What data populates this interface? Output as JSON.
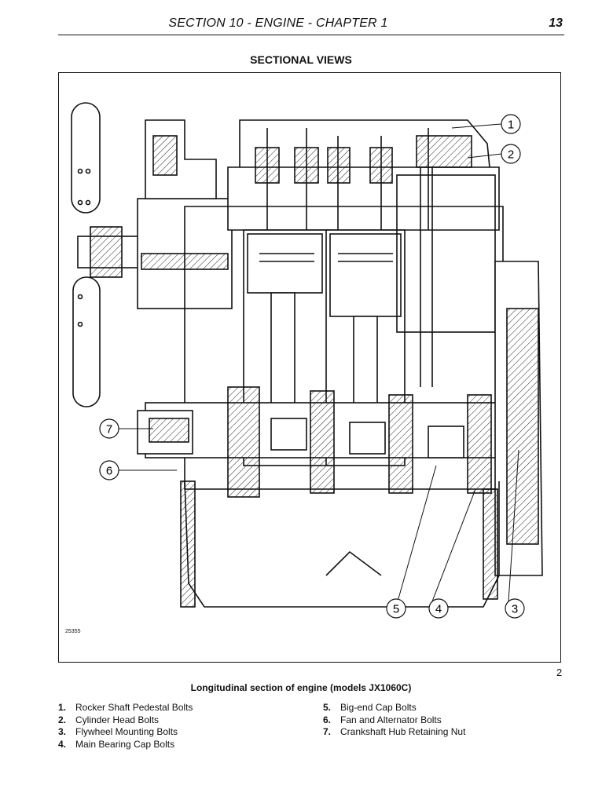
{
  "header": {
    "title": "SECTION 10 - ENGINE - CHAPTER 1",
    "page_number": "13"
  },
  "section_title": "SECTIONAL VIEWS",
  "figure": {
    "reference_code": "25355",
    "figure_number": "2",
    "caption": "Longitudinal section of engine (models JX1060C)",
    "callouts": [
      "1",
      "2",
      "3",
      "4",
      "5",
      "6",
      "7"
    ]
  },
  "legend": {
    "left": [
      {
        "num": "1.",
        "label": "Rocker Shaft Pedestal Bolts"
      },
      {
        "num": "2.",
        "label": "Cylinder Head Bolts"
      },
      {
        "num": "3.",
        "label": "Flywheel Mounting Bolts"
      },
      {
        "num": "4.",
        "label": "Main Bearing Cap Bolts"
      }
    ],
    "right": [
      {
        "num": "5.",
        "label": "Big-end Cap Bolts"
      },
      {
        "num": "6.",
        "label": "Fan and Alternator Bolts"
      },
      {
        "num": "7.",
        "label": "Crankshaft Hub Retaining Nut"
      }
    ]
  }
}
